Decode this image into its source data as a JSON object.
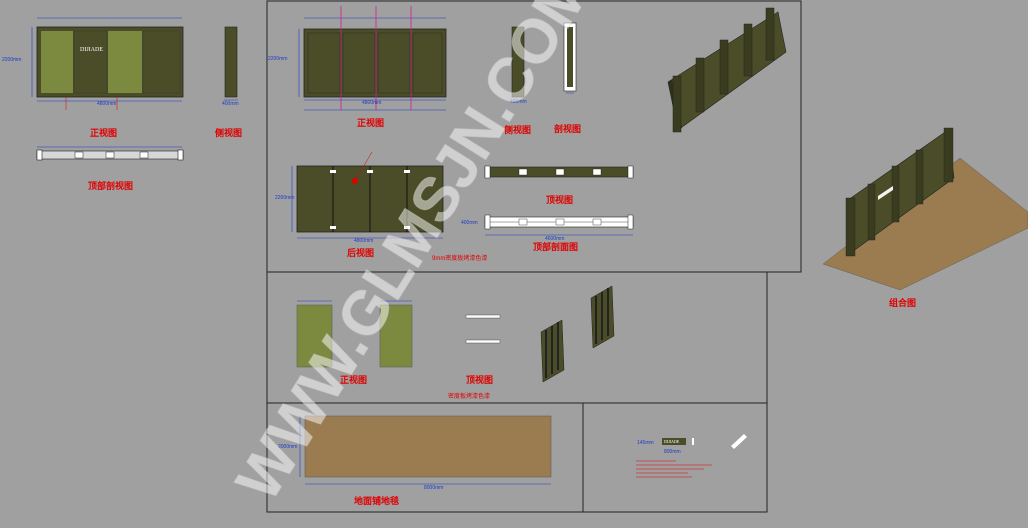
{
  "labels": {
    "front_view_1": "正视图",
    "side_view_1": "侧视图",
    "top_section_1": "顶部剖视图",
    "front_view_2": "正视图",
    "side_view_2": "侧视图",
    "section_view_2": "剖视图",
    "back_view": "后视图",
    "top_view_2": "顶视图",
    "top_section_2": "顶部剖面图",
    "note_9mm": "9mm密度板烤漆色漆",
    "assembly": "组合图",
    "front_view_3": "正视图",
    "top_view_3": "顶视图",
    "note_mdf": "密度板烤漆色漆",
    "floor_carpet": "地面铺地毯"
  },
  "dimensions": {
    "width_4800": "4800mm",
    "width_4800b": "4800mm",
    "width_4800c": "4800mm",
    "width_4600": "4600mm",
    "height_2200": "2200mm",
    "height_2200b": "2200mm",
    "height_2200c": "2200mm",
    "height_2000": "2000mm",
    "width_8000": "8000mm",
    "depth_400": "400mm",
    "logo_h": "145mm",
    "logo_w": "800mm",
    "side_width": "400mm"
  },
  "logo_text": "DIJIADE",
  "watermark": "WWW.GLMSJN.COM",
  "colors": {
    "panel_dark": "#4a4d28",
    "panel_light": "#7c8a40",
    "floor": "#9b7b50",
    "dim_blue": "#1a3cc8",
    "label_red": "#e00000",
    "magenta_line": "#d0208a"
  }
}
